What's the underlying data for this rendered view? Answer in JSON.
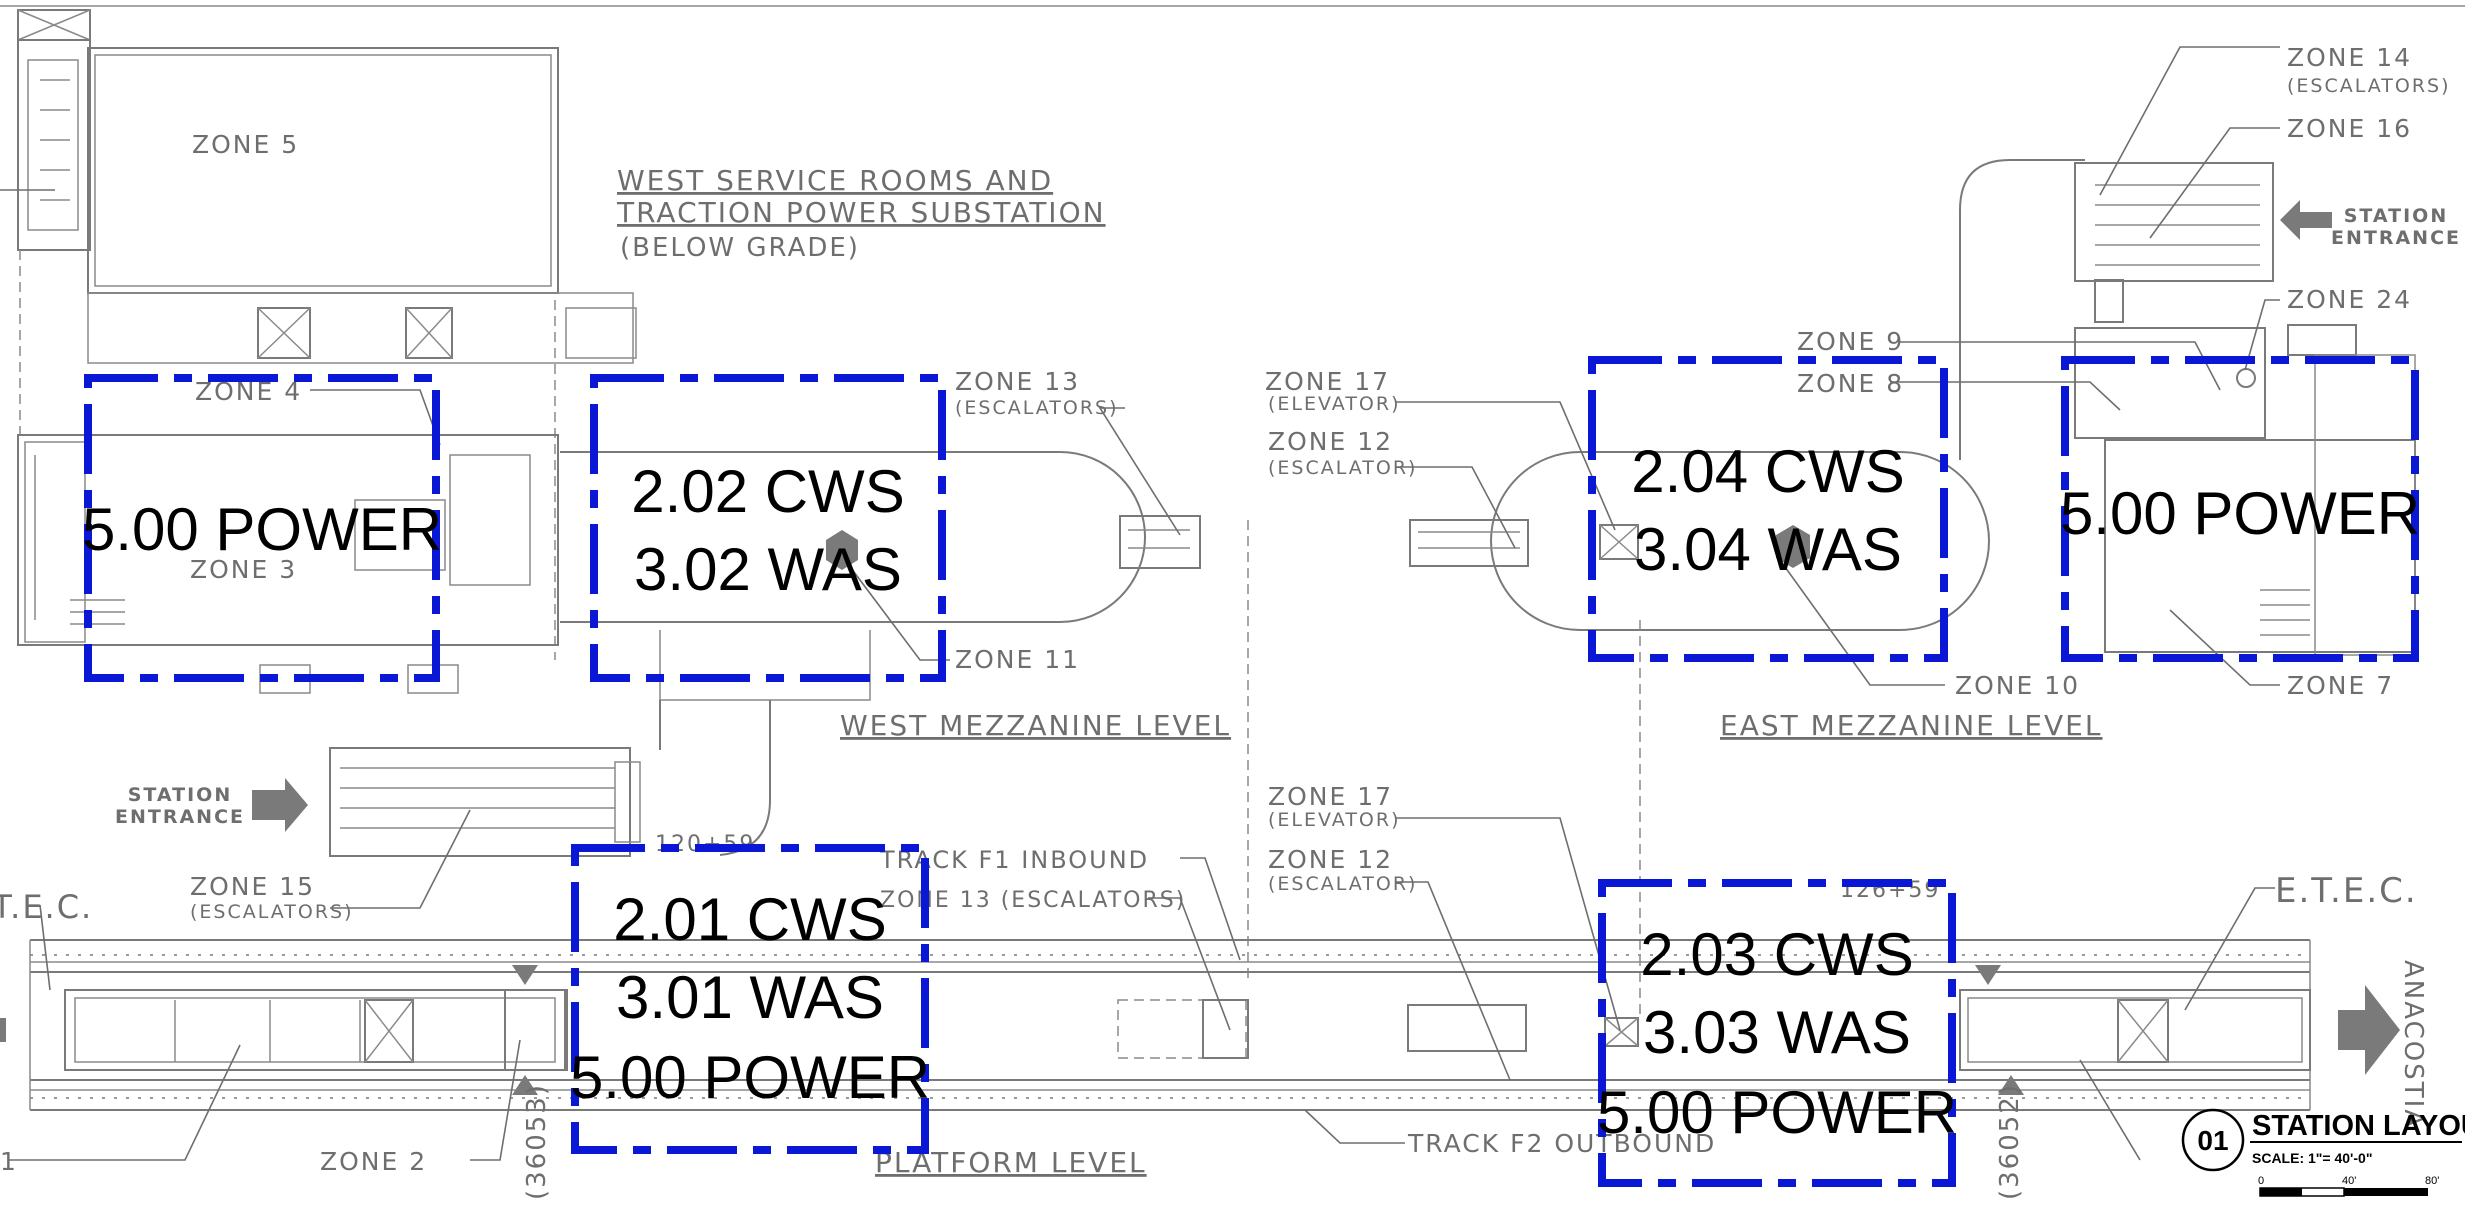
{
  "headings": {
    "west_service": "WEST SERVICE ROOMS AND",
    "traction": "TRACTION POWER SUBSTATION",
    "below_grade": "(BELOW GRADE)",
    "west_mezzanine": "WEST MEZZANINE LEVEL",
    "east_mezzanine": "EAST MEZZANINE LEVEL",
    "platform": "PLATFORM LEVEL"
  },
  "zone_labels": {
    "z5": "ZONE 5",
    "z4": "ZONE 4",
    "z3": "ZONE 3",
    "z13": "ZONE 13",
    "z13_sub": "(ESCALATORS)",
    "z11": "ZONE 11",
    "z17_top": "ZONE 17",
    "z17_top_sub": "(ELEVATOR)",
    "z12_top": "ZONE 12",
    "z12_top_sub": "(ESCALATOR)",
    "z14": "ZONE 14",
    "z14_sub": "(ESCALATORS)",
    "z16": "ZONE 16",
    "z24": "ZONE 24",
    "z9": "ZONE 9",
    "z8": "ZONE 8",
    "z10": "ZONE 10",
    "z7": "ZONE 7",
    "z15": "ZONE 15",
    "z15_sub": "(ESCALATORS)",
    "z17_bottom": "ZONE 17",
    "z17_bottom_sub": "(ELEVATOR)",
    "z12_bottom": "ZONE 12",
    "z12_bottom_sub": "(ESCALATOR)",
    "z2": "ZONE 2",
    "z13_bottom": "ZONE 13 (ESCALATORS)",
    "track_f1": "TRACK F1 INBOUND",
    "track_f2": "TRACK F2 OUTBOUND",
    "station_top_line1": "STATION",
    "station_top_line2": "ENTRANCE",
    "station_left_line1": "STATION",
    "station_left_line2": "ENTRANCE",
    "etec_right": "E.T.E.C.",
    "etec_left": "E.T.E.C.",
    "anacostia": "ANACOSTIA",
    "station_120": "120+59",
    "station_126": "126+59",
    "col_36053": "(36053)",
    "col_36052": "(36052)",
    "edge_one": "1"
  },
  "callouts": {
    "west_power": "5.00 POWER",
    "west_mezz_cws": "2.02 CWS",
    "west_mezz_was": "3.02 WAS",
    "east_mezz_cws": "2.04 CWS",
    "east_mezz_was": "3.04 WAS",
    "east_power": "5.00 POWER",
    "west_plat_cws": "2.01 CWS",
    "west_plat_was": "3.01 WAS",
    "west_plat_power": "5.00 POWER",
    "east_plat_cws": "2.03 CWS",
    "east_plat_was": "3.03 WAS",
    "east_plat_power": "5.00 POWER"
  },
  "title_block": {
    "number": "01",
    "title": "STATION LAYOUT",
    "scale": "SCALE: 1\"= 40'-0\"",
    "bar_0": "0",
    "bar_40": "40'",
    "bar_80": "80'"
  },
  "colors": {
    "zone_outline": "#0a18d6",
    "linework": "#7a7a7a",
    "callout_text": "#000000"
  }
}
